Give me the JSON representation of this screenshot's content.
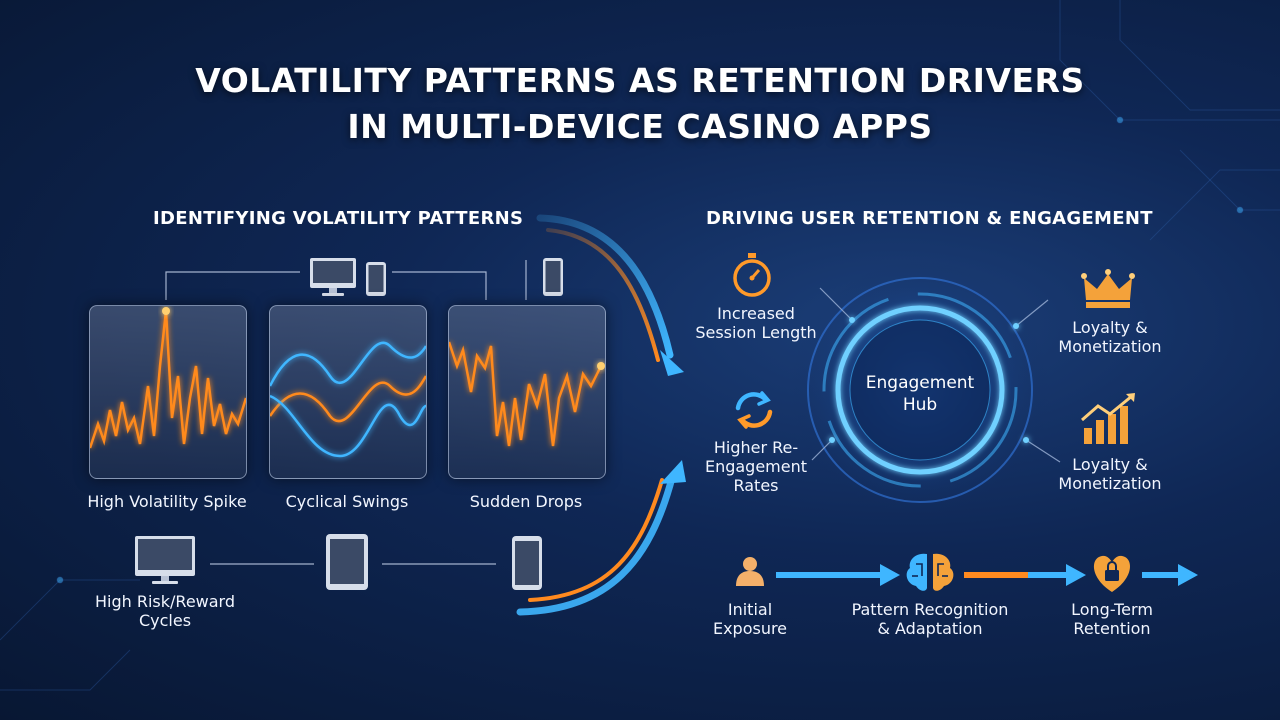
{
  "title": {
    "line1": "VOLATILITY PATTERNS AS RETENTION DRIVERS",
    "line2": "IN MULTI-DEVICE CASINO APPS"
  },
  "left": {
    "heading": "IDENTIFYING VOLATILITY PATTERNS",
    "panels": [
      {
        "label": "High Volatility Spike",
        "line_color": "#ff8a1f"
      },
      {
        "label": "Cyclical Swings",
        "line_colors": [
          "#3fb6ff",
          "#ff8a1f",
          "#3fb6ff"
        ]
      },
      {
        "label": "Sudden Drops",
        "line_color": "#ff8a1f"
      }
    ],
    "cycles_label": {
      "line1": "High Risk/Reward",
      "line2": "Cycles"
    },
    "devices": [
      "desktop-icon",
      "phone-icon",
      "phone-icon",
      "desktop-icon",
      "tablet-icon",
      "phone-icon"
    ]
  },
  "right": {
    "heading": "DRIVING USER RETENTION & ENGAGEMENT",
    "hub": {
      "line1": "Engagement",
      "line2": "Hub"
    },
    "benefits": [
      {
        "icon": "stopwatch-icon",
        "line1": "Increased",
        "line2": "Session Length"
      },
      {
        "icon": "refresh-icon",
        "line1": "Higher Re-",
        "line2": "Engagement",
        "line3": "Rates"
      },
      {
        "icon": "crown-icon",
        "line1": "Loyalty &",
        "line2": "Monetization"
      },
      {
        "icon": "growth-chart-icon",
        "line1": "Loyalty &",
        "line2": "Monetization"
      }
    ],
    "flow": [
      {
        "icon": "user-icon",
        "line1": "Initial",
        "line2": "Exposure"
      },
      {
        "icon": "brain-icon",
        "line1": "Pattern Recognition",
        "line2": "& Adaptation"
      },
      {
        "icon": "lock-heart-icon",
        "line1": "Long-Term",
        "line2": "Retention"
      }
    ]
  },
  "colors": {
    "accent_orange": "#ff8a1f",
    "accent_blue": "#3fb6ff",
    "background": "#0f2755"
  }
}
